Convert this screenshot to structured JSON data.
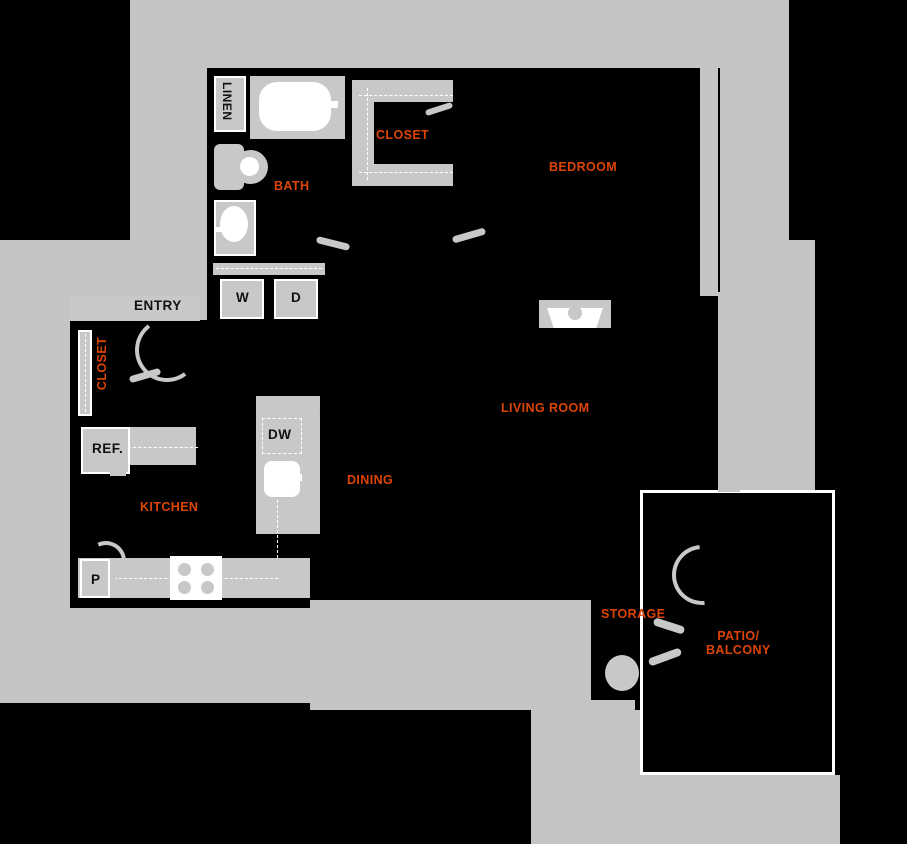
{
  "plan": {
    "title": "Apartment Floor Plan",
    "accent_color": "#dc4405",
    "fixture_color": "#c8c8c8",
    "interior_color": "#000000",
    "background_color": "#c4c4c4"
  },
  "rooms": [
    {
      "key": "bedroom",
      "label": "BEDROOM"
    },
    {
      "key": "closet_bed",
      "label": "CLOSET"
    },
    {
      "key": "bath",
      "label": "BATH"
    },
    {
      "key": "linen",
      "label": "LINEN"
    },
    {
      "key": "living",
      "label": "LIVING ROOM"
    },
    {
      "key": "dining",
      "label": "DINING"
    },
    {
      "key": "kitchen",
      "label": "KITCHEN"
    },
    {
      "key": "closet_entry",
      "label": "CLOSET"
    },
    {
      "key": "entry",
      "label": "ENTRY"
    },
    {
      "key": "storage",
      "label": "STORAGE"
    },
    {
      "key": "patio_l1",
      "label": "PATIO/"
    },
    {
      "key": "patio_l2",
      "label": "BALCONY"
    }
  ],
  "fixtures": [
    {
      "key": "refrigerator",
      "label": "REF."
    },
    {
      "key": "dishwasher",
      "label": "DW"
    },
    {
      "key": "pantry",
      "label": "P"
    },
    {
      "key": "washer",
      "label": "W"
    },
    {
      "key": "dryer",
      "label": "D"
    }
  ],
  "labels": {
    "bedroom": "BEDROOM",
    "closet_bed": "CLOSET",
    "bath": "BATH",
    "linen": "LINEN",
    "living": "LIVING ROOM",
    "dining": "DINING",
    "kitchen": "KITCHEN",
    "closet_entry": "CLOSET",
    "entry": "ENTRY",
    "storage": "STORAGE",
    "patio_line1": "PATIO/",
    "patio_line2": "BALCONY",
    "ref": "REF.",
    "dw": "DW",
    "pantry": "P",
    "washer": "W",
    "dryer": "D"
  }
}
